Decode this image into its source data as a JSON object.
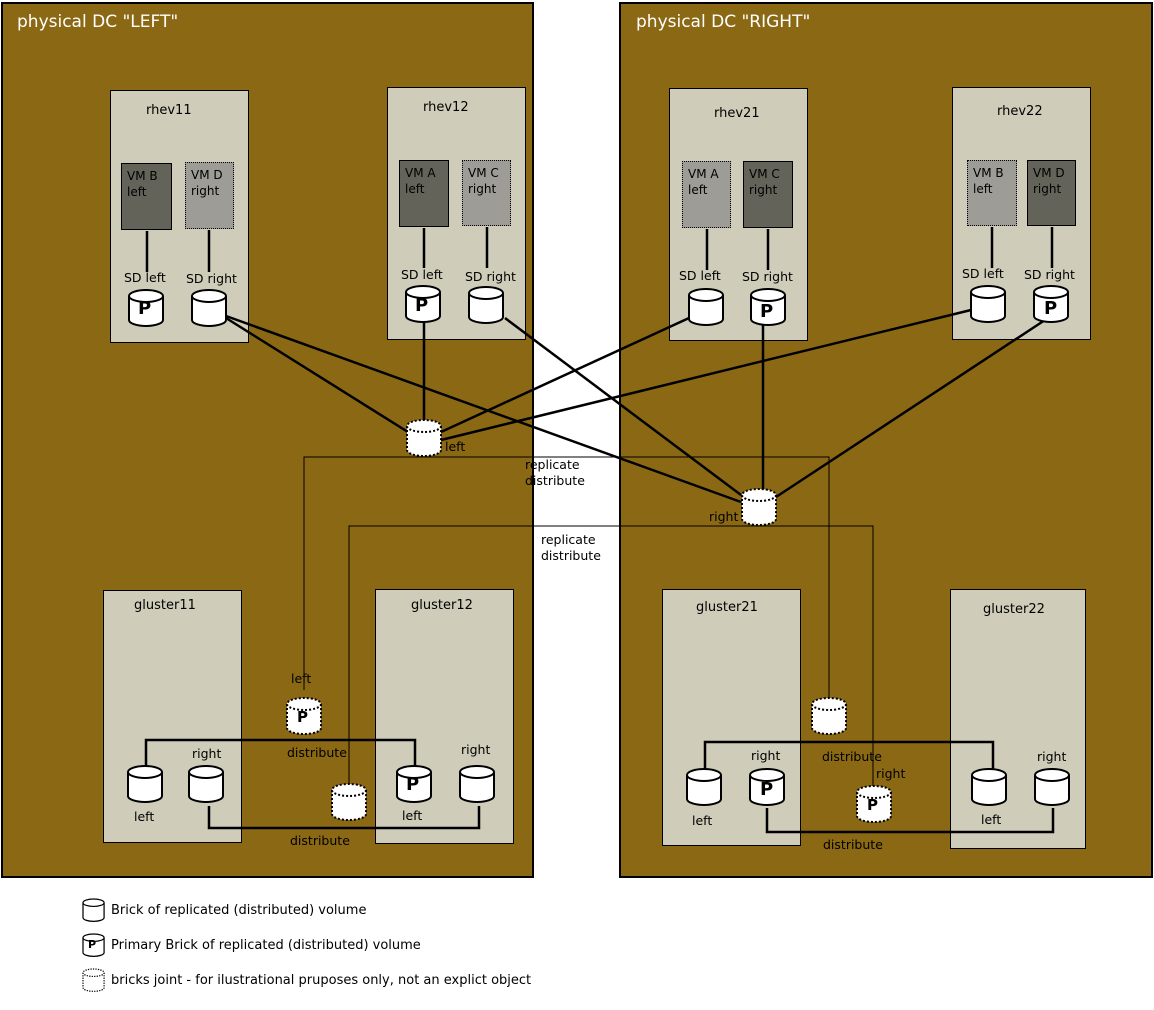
{
  "dc_left": {
    "title": "physical DC \"LEFT\""
  },
  "dc_right": {
    "title": "physical DC \"RIGHT\""
  },
  "hosts": {
    "rhev11": {
      "name": "rhev11",
      "vm1": {
        "line1": "VM B",
        "line2": "left"
      },
      "vm2": {
        "line1": "VM D",
        "line2": "right"
      },
      "sd1": "SD left",
      "sd2": "SD right"
    },
    "rhev12": {
      "name": "rhev12",
      "vm1": {
        "line1": "VM A",
        "line2": "left"
      },
      "vm2": {
        "line1": "VM C",
        "line2": "right"
      },
      "sd1": "SD left",
      "sd2": "SD right"
    },
    "rhev21": {
      "name": "rhev21",
      "vm1": {
        "line1": "VM A",
        "line2": "left"
      },
      "vm2": {
        "line1": "VM C",
        "line2": "right"
      },
      "sd1": "SD left",
      "sd2": "SD right"
    },
    "rhev22": {
      "name": "rhev22",
      "vm1": {
        "line1": "VM B",
        "line2": "left"
      },
      "vm2": {
        "line1": "VM D",
        "line2": "right"
      },
      "sd1": "SD left",
      "sd2": "SD right"
    },
    "gluster11": {
      "name": "gluster11",
      "right": "right",
      "left": "left"
    },
    "gluster12": {
      "name": "gluster12",
      "right": "right",
      "left": "left"
    },
    "gluster21": {
      "name": "gluster21",
      "right": "right",
      "left": "left"
    },
    "gluster22": {
      "name": "gluster22",
      "right": "right",
      "left": "left"
    }
  },
  "joints": {
    "left": "left",
    "right": "right",
    "replicate1": "replicate",
    "distribute1": "distribute",
    "replicate2": "replicate",
    "distribute2": "distribute",
    "joint_left_label": "left",
    "distribute_a": "distribute",
    "distribute_b": "distribute",
    "distribute_c": "distribute",
    "right_joint_label": "right",
    "distribute_d": "distribute"
  },
  "primary_mark": "P",
  "legend": [
    {
      "icon": "brick",
      "text": "Brick of replicated (distributed) volume"
    },
    {
      "icon": "primary-brick",
      "text": "Primary Brick of replicated (distributed) volume"
    },
    {
      "icon": "joint",
      "text": "bricks joint - for ilustrational pruposes only, not an explict object"
    }
  ],
  "colors": {
    "dc_fill": "#8b6914",
    "host_fill": "#cfcdb9",
    "vm_primary": "#646359",
    "vm_secondary": "#9d9c96"
  }
}
